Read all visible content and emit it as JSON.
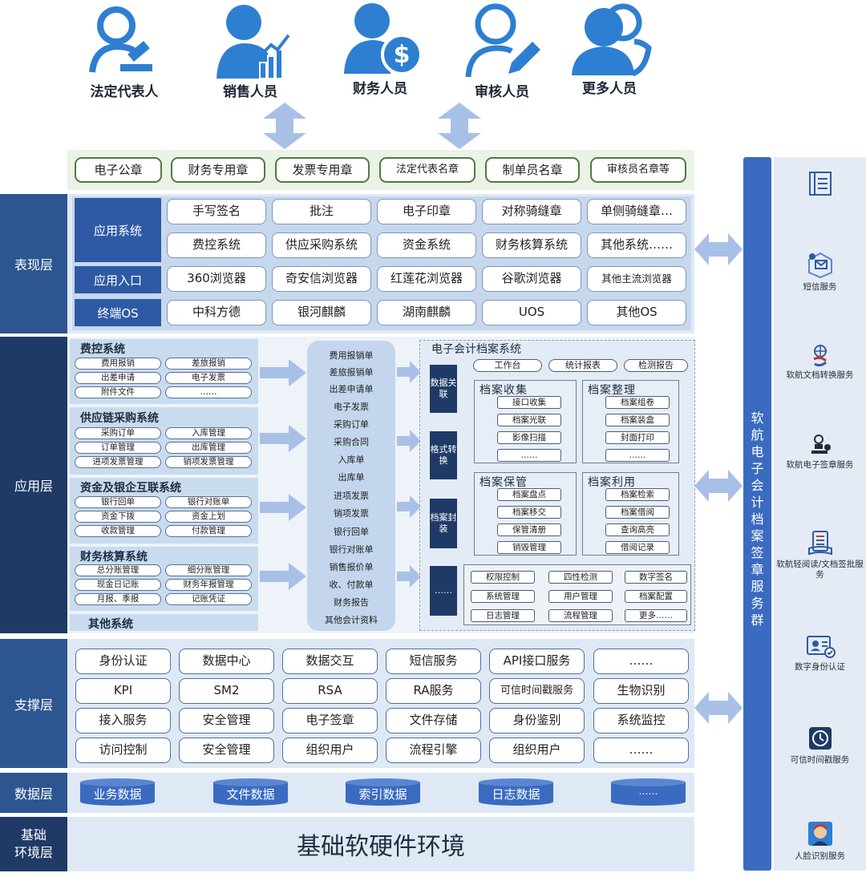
{
  "personas": [
    {
      "label": "法定代表人",
      "icon": "person-gavel-icon"
    },
    {
      "label": "销售人员",
      "icon": "person-chart-icon"
    },
    {
      "label": "财务人员",
      "icon": "person-dollar-icon"
    },
    {
      "label": "审核人员",
      "icon": "person-pen-icon"
    },
    {
      "label": "更多人员",
      "icon": "people-group-icon"
    }
  ],
  "seals": [
    "电子公章",
    "财务专用章",
    "发票专用章",
    "法定代表名章",
    "制单员名章",
    "审核员名章等"
  ],
  "layers": {
    "presentation": "表现层",
    "application": "应用层",
    "support": "支撑层",
    "data": "数据层",
    "base": "基础\n环境层"
  },
  "presentation": {
    "app_system_label": "应用系统",
    "app_entry_label": "应用入口",
    "terminal_os_label": "终端OS",
    "row1": [
      "手写签名",
      "批注",
      "电子印章",
      "对称骑缝章",
      "单侧骑缝章…"
    ],
    "row2": [
      "费控系统",
      "供应采购系统",
      "资金系统",
      "财务核算系统",
      "其他系统……"
    ],
    "row3": [
      "360浏览器",
      "奇安信浏览器",
      "红莲花浏览器",
      "谷歌浏览器",
      "其他主流浏览器"
    ],
    "row4": [
      "中科方德",
      "银河麒麟",
      "湖南麒麟",
      "UOS",
      "其他OS"
    ]
  },
  "application": {
    "expense": {
      "title": "费控系统",
      "items": [
        "费用报销",
        "差旅报销",
        "出差申请",
        "电子发票",
        "附件文件",
        "……"
      ]
    },
    "supply": {
      "title": "供应链采购系统",
      "items": [
        "采购订单",
        "入库管理",
        "订单管理",
        "出库管理",
        "进项发票管理",
        "销项发票管理"
      ]
    },
    "funds": {
      "title": "资金及银企互联系统",
      "items": [
        "银行回单",
        "银行对账单",
        "资金下拨",
        "资金上划",
        "收款管理",
        "付款管理"
      ]
    },
    "accounting": {
      "title": "财务核算系统",
      "items": [
        "总分账管理",
        "细分账管理",
        "现金日记账",
        "财务年报管理",
        "月报、季报",
        "记账凭证"
      ]
    },
    "other": "其他系统",
    "flows": [
      "费用报销单",
      "差旅报销单",
      "出差申请单",
      "电子发票",
      "采购订单",
      "采购合同",
      "入库单",
      "出库单",
      "进项发票",
      "销项发票",
      "银行回单",
      "银行对账单",
      "销售报价单",
      "收、付款单",
      "财务报告",
      "其他会计资料"
    ]
  },
  "archive": {
    "title": "电子会计档案系统",
    "top_buttons": [
      "工作台",
      "统计报表",
      "检测报告"
    ],
    "side_labels": [
      "数据关联",
      "格式转换",
      "档案封装",
      "……"
    ],
    "collect": {
      "title": "档案收集",
      "items": [
        "接口收集",
        "档案光联",
        "影像扫描",
        "……"
      ]
    },
    "organize": {
      "title": "档案整理",
      "items": [
        "档案组卷",
        "档案装盒",
        "封面打印",
        "……"
      ]
    },
    "keep": {
      "title": "档案保管",
      "items": [
        "档案盘点",
        "档案移交",
        "保管清册",
        "销毁管理"
      ]
    },
    "use": {
      "title": "档案利用",
      "items": [
        "档案检索",
        "档案借阅",
        "查询高亮",
        "借阅记录"
      ]
    },
    "admin": [
      "权限控制",
      "四性检测",
      "数字签名",
      "系统管理",
      "用户管理",
      "档案配置",
      "日志管理",
      "流程管理",
      "更多……"
    ]
  },
  "support": {
    "rows": [
      [
        "身份认证",
        "数据中心",
        "数据交互",
        "短信服务",
        "API接口服务",
        "……"
      ],
      [
        "KPI",
        "SM2",
        "RSA",
        "RA服务",
        "可信时间戳服务",
        "生物识别"
      ],
      [
        "接入服务",
        "安全管理",
        "电子签章",
        "文件存储",
        "身份鉴别",
        "系统监控"
      ],
      [
        "访问控制",
        "安全管理",
        "组织用户",
        "流程引擎",
        "组织用户",
        "……"
      ]
    ]
  },
  "data": [
    "业务数据",
    "文件数据",
    "索引数据",
    "日志数据",
    "……"
  ],
  "base": "基础软硬件环境",
  "right": {
    "bar_title": "软航电子会计档案签章服务群",
    "services": [
      {
        "label": "",
        "icon": "document-list-icon"
      },
      {
        "label": "短信服务",
        "icon": "sms-icon"
      },
      {
        "label": "软航文档转换服务",
        "icon": "document-convert-icon"
      },
      {
        "label": "软航电子签章服务",
        "icon": "seal-stamp-icon"
      },
      {
        "label": "软航轻阅读/文档签批服务",
        "icon": "reading-icon"
      },
      {
        "label": "数字身份认证",
        "icon": "id-card-icon"
      },
      {
        "label": "可信时间戳服务",
        "icon": "timestamp-icon"
      },
      {
        "label": "人脸识别服务",
        "icon": "face-recognition-icon"
      }
    ]
  },
  "colors": {
    "primary": "#2e5aa5",
    "dark": "#1f3a66",
    "accent": "#3a6bc1",
    "seal_border": "#4f7a43",
    "arrow": "#a9c0e6"
  }
}
